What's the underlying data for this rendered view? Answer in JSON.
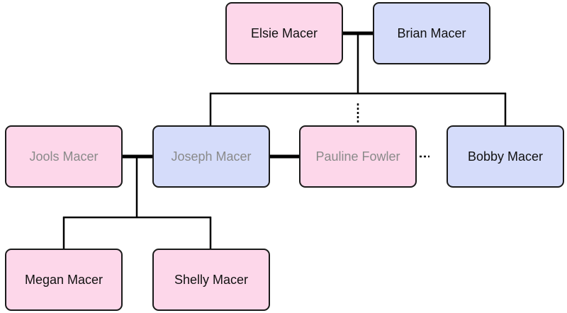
{
  "people": {
    "elsie": {
      "name": "Elsie Macer",
      "gender": "female",
      "faded": false
    },
    "brian": {
      "name": "Brian Macer",
      "gender": "male",
      "faded": false
    },
    "jools": {
      "name": "Jools Macer",
      "gender": "female",
      "faded": true
    },
    "joseph": {
      "name": "Joseph Macer",
      "gender": "male",
      "faded": true
    },
    "pauline": {
      "name": "Pauline Fowler",
      "gender": "female",
      "faded": true
    },
    "bobby": {
      "name": "Bobby Macer",
      "gender": "male",
      "faded": false
    },
    "megan": {
      "name": "Megan Macer",
      "gender": "female",
      "faded": false
    },
    "shelly": {
      "name": "Shelly Macer",
      "gender": "female",
      "faded": false
    }
  },
  "colors": {
    "female_fill": "#fdd7ea",
    "male_fill": "#d5dcfa",
    "border": "#1a1a1a",
    "faded_text": "#8a8a8a",
    "line": "#000000"
  }
}
